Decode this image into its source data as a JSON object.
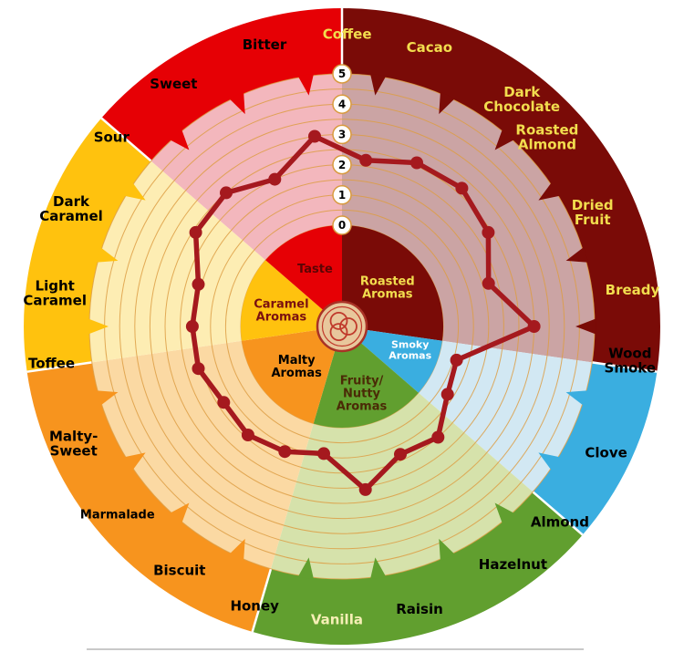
{
  "chart_data": {
    "type": "radar",
    "layout": "circular flavor wheel, 22 spokes clockwise from top, outer category band, tinted radar field, inner category hub, center seal logo",
    "scale": {
      "min": 0,
      "max": 5,
      "step": 1,
      "tick_labels": [
        "0",
        "1",
        "2",
        "3",
        "4",
        "5"
      ],
      "grid": "on",
      "grid_rings_per_unit": 2
    },
    "colors": {
      "line": "#a5191e",
      "marker": "#a5191e",
      "grid": "#dd9e44",
      "badge_fill": "#ffffff",
      "badge_border": "#d89a3e",
      "badge_text": "#000000",
      "separator": "#ffffff",
      "logo_bg": "#e8c79c",
      "logo_ring": "#a93226",
      "logo_knot": "#c0392b",
      "background": "#ffffff"
    },
    "sectors": [
      {
        "name": "Roasted Aromas",
        "band_color": "#7a0b07",
        "tint_color": "#cba4a4",
        "label_color": "#f2dd4e",
        "inner_label": "Roasted\nAromas",
        "inner_text_color": "#f2dd4e",
        "inner_angle": 49,
        "inner_r": 66,
        "spokes": [
          {
            "label": "Coffee",
            "value": 2.2
          },
          {
            "label": "Cacao",
            "value": 2.6
          },
          {
            "label": "Dark\nChocolate",
            "value": 2.7,
            "la": 5.6,
            "lr": 318
          },
          {
            "label": "Roasted\nAlmond",
            "value": 2.4,
            "la": -1.8,
            "lr": 306
          },
          {
            "label": "Dried\nFruit",
            "value": 1.7,
            "la": 0,
            "lr": 302
          },
          {
            "label": "Bready",
            "value": 3.0
          }
        ]
      },
      {
        "name": "Smoky Aromas",
        "band_color": "#3aaee0",
        "tint_color": "#d2e8f3",
        "label_color": "#000000",
        "inner_label": "Smoky\nAromas",
        "inner_text_color": "#ffffff",
        "inner_angle": 109,
        "inner_r": 79,
        "inner_size": 11,
        "spokes": [
          {
            "label": "Wood\nSmoke",
            "value": 0.6,
            "la": -1.5,
            "lr": 318
          },
          {
            "label": "Clove",
            "value": 0.8
          }
        ]
      },
      {
        "name": "Fruity/Nutty Aromas",
        "band_color": "#619f2f",
        "tint_color": "#d6e2ab",
        "label_color": "#000000",
        "inner_label": "Fruity/\nNutty\nAromas",
        "inner_text_color": "#4a2a06",
        "inner_angle": 163.6,
        "inner_r": 76,
        "spokes": [
          {
            "label": "Almond",
            "value": 1.5
          },
          {
            "label": "Hazelnut",
            "value": 1.3,
            "la": -3
          },
          {
            "label": "Raisin",
            "value": 2.1
          },
          {
            "label": "Vanilla",
            "value": 0.9,
            "label_color": "#f6efb5"
          }
        ]
      },
      {
        "name": "Malty Aromas",
        "band_color": "#f7941e",
        "tint_color": "#fbd9a3",
        "label_color": "#000000",
        "inner_label": "Malty\nAromas",
        "inner_text_color": "#000000",
        "inner_angle": 229,
        "inner_r": 66,
        "spokes": [
          {
            "label": "Honey",
            "value": 1.2
          },
          {
            "label": "Biscuit",
            "value": 1.4
          },
          {
            "label": "Marmalade",
            "value": 1.3,
            "small": true
          },
          {
            "label": "Malty-\nSweet",
            "value": 1.6
          }
        ]
      },
      {
        "name": "Caramel Aromas",
        "band_color": "#ffc20e",
        "tint_color": "#fdedb3",
        "label_color": "#000000",
        "inner_label": "Caramel\nAromas",
        "inner_text_color": "#7a1010",
        "inner_angle": 285,
        "inner_r": 69,
        "spokes": [
          {
            "label": "Toffee",
            "value": 1.6
          },
          {
            "label": "Light\nCaramel",
            "value": 1.6,
            "la": -1.5,
            "lr": 317
          },
          {
            "label": "Dark\nCaramel",
            "value": 2.4,
            "la": -1,
            "lr": 324
          }
        ]
      },
      {
        "name": "Taste",
        "band_color": "#e60005",
        "tint_color": "#f3b7bd",
        "label_color": "#000000",
        "inner_label": "Taste",
        "inner_text_color": "#5c0404",
        "inner_angle": 335,
        "inner_r": 70,
        "spokes": [
          {
            "label": "Sour",
            "value": 2.5,
            "la": -1.5,
            "lr": 327
          },
          {
            "label": "Sweet",
            "value": 2.0,
            "la": -2,
            "lr": 324
          },
          {
            "label": "Bitter",
            "value": 3.0
          }
        ]
      }
    ]
  }
}
